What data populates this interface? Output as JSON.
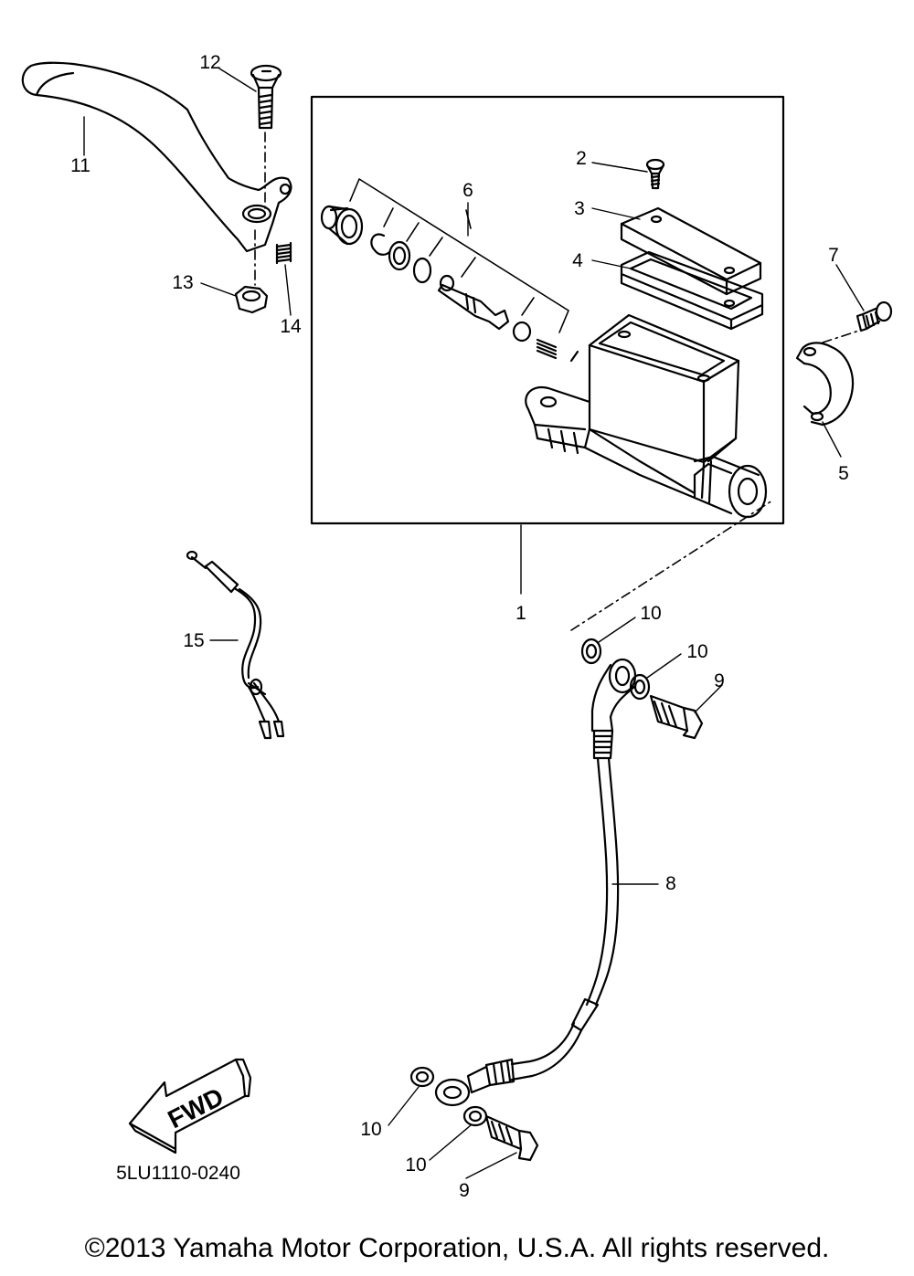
{
  "diagram": {
    "callouts": [
      "1",
      "2",
      "3",
      "4",
      "5",
      "6",
      "7",
      "8",
      "9",
      "9",
      "10",
      "10",
      "10",
      "10",
      "11",
      "12",
      "13",
      "14",
      "15"
    ],
    "fwd_label": "FWD",
    "diagram_code": "5LU1110-0240"
  },
  "footer": {
    "copyright": "©2013 Yamaha Motor Corporation, U.S.A. All rights reserved."
  }
}
